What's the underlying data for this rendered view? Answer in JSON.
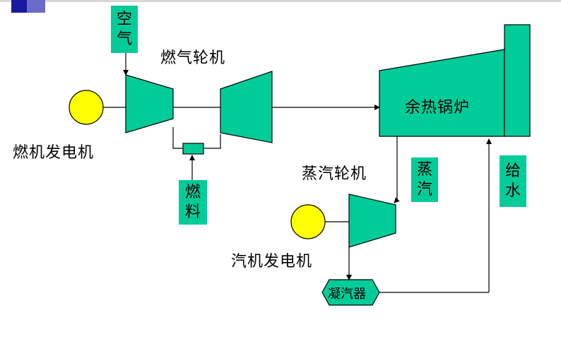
{
  "colors": {
    "equipment": "#00cc99",
    "generator": "#ffff00",
    "line": "#000000",
    "accent_bar": "#1a1aa0"
  },
  "labels": {
    "air": "空气",
    "gas_turbine": "燃气轮机",
    "gas_generator": "燃机发电机",
    "hrsg": "余热锅炉",
    "fuel": "燃料",
    "steam_turbine": "蒸汽轮机",
    "steam": "蒸汽",
    "feedwater": "给水",
    "steam_generator": "汽机发电机",
    "condenser": "凝汽器"
  }
}
